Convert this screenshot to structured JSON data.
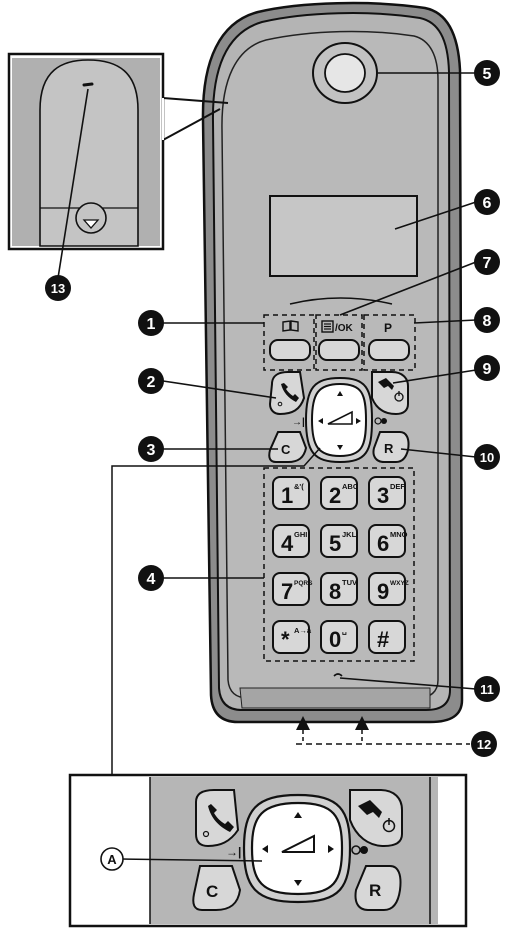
{
  "colors": {
    "body": "#b4b4b4",
    "body_dark": "#8c8c8c",
    "key": "#d7d7d7",
    "key_border": "#111111",
    "callout": "#111111",
    "white": "#ffffff"
  },
  "labels": {
    "c1": "1",
    "c2": "2",
    "c3": "3",
    "c4": "4",
    "c5": "5",
    "c6": "6",
    "c7": "7",
    "c8": "8",
    "c9": "9",
    "c10": "10",
    "c11": "11",
    "c12": "12",
    "c13": "13",
    "inset_A": "A"
  },
  "soft_keys": {
    "left_icon": "book-icon",
    "center_text": "/OK",
    "right_text": "P"
  },
  "side_keys": {
    "clear": "C",
    "recall": "R",
    "talk_icon": "phone-talk-icon",
    "off_icon": "phone-off-power-icon",
    "nav_center_icon": "volume-icon"
  },
  "keypad": [
    {
      "main": "1",
      "sub": "&'("
    },
    {
      "main": "2",
      "sub": "ABC"
    },
    {
      "main": "3",
      "sub": "DEF"
    },
    {
      "main": "4",
      "sub": "GHI"
    },
    {
      "main": "5",
      "sub": "JKL"
    },
    {
      "main": "6",
      "sub": "MNO"
    },
    {
      "main": "7",
      "sub": "PQRS"
    },
    {
      "main": "8",
      "sub": "TUV"
    },
    {
      "main": "9",
      "sub": "WXYZ"
    },
    {
      "main": "*",
      "sub": "A→a"
    },
    {
      "main": "0",
      "sub": "␣"
    },
    {
      "main": "#",
      "sub": ""
    }
  ]
}
